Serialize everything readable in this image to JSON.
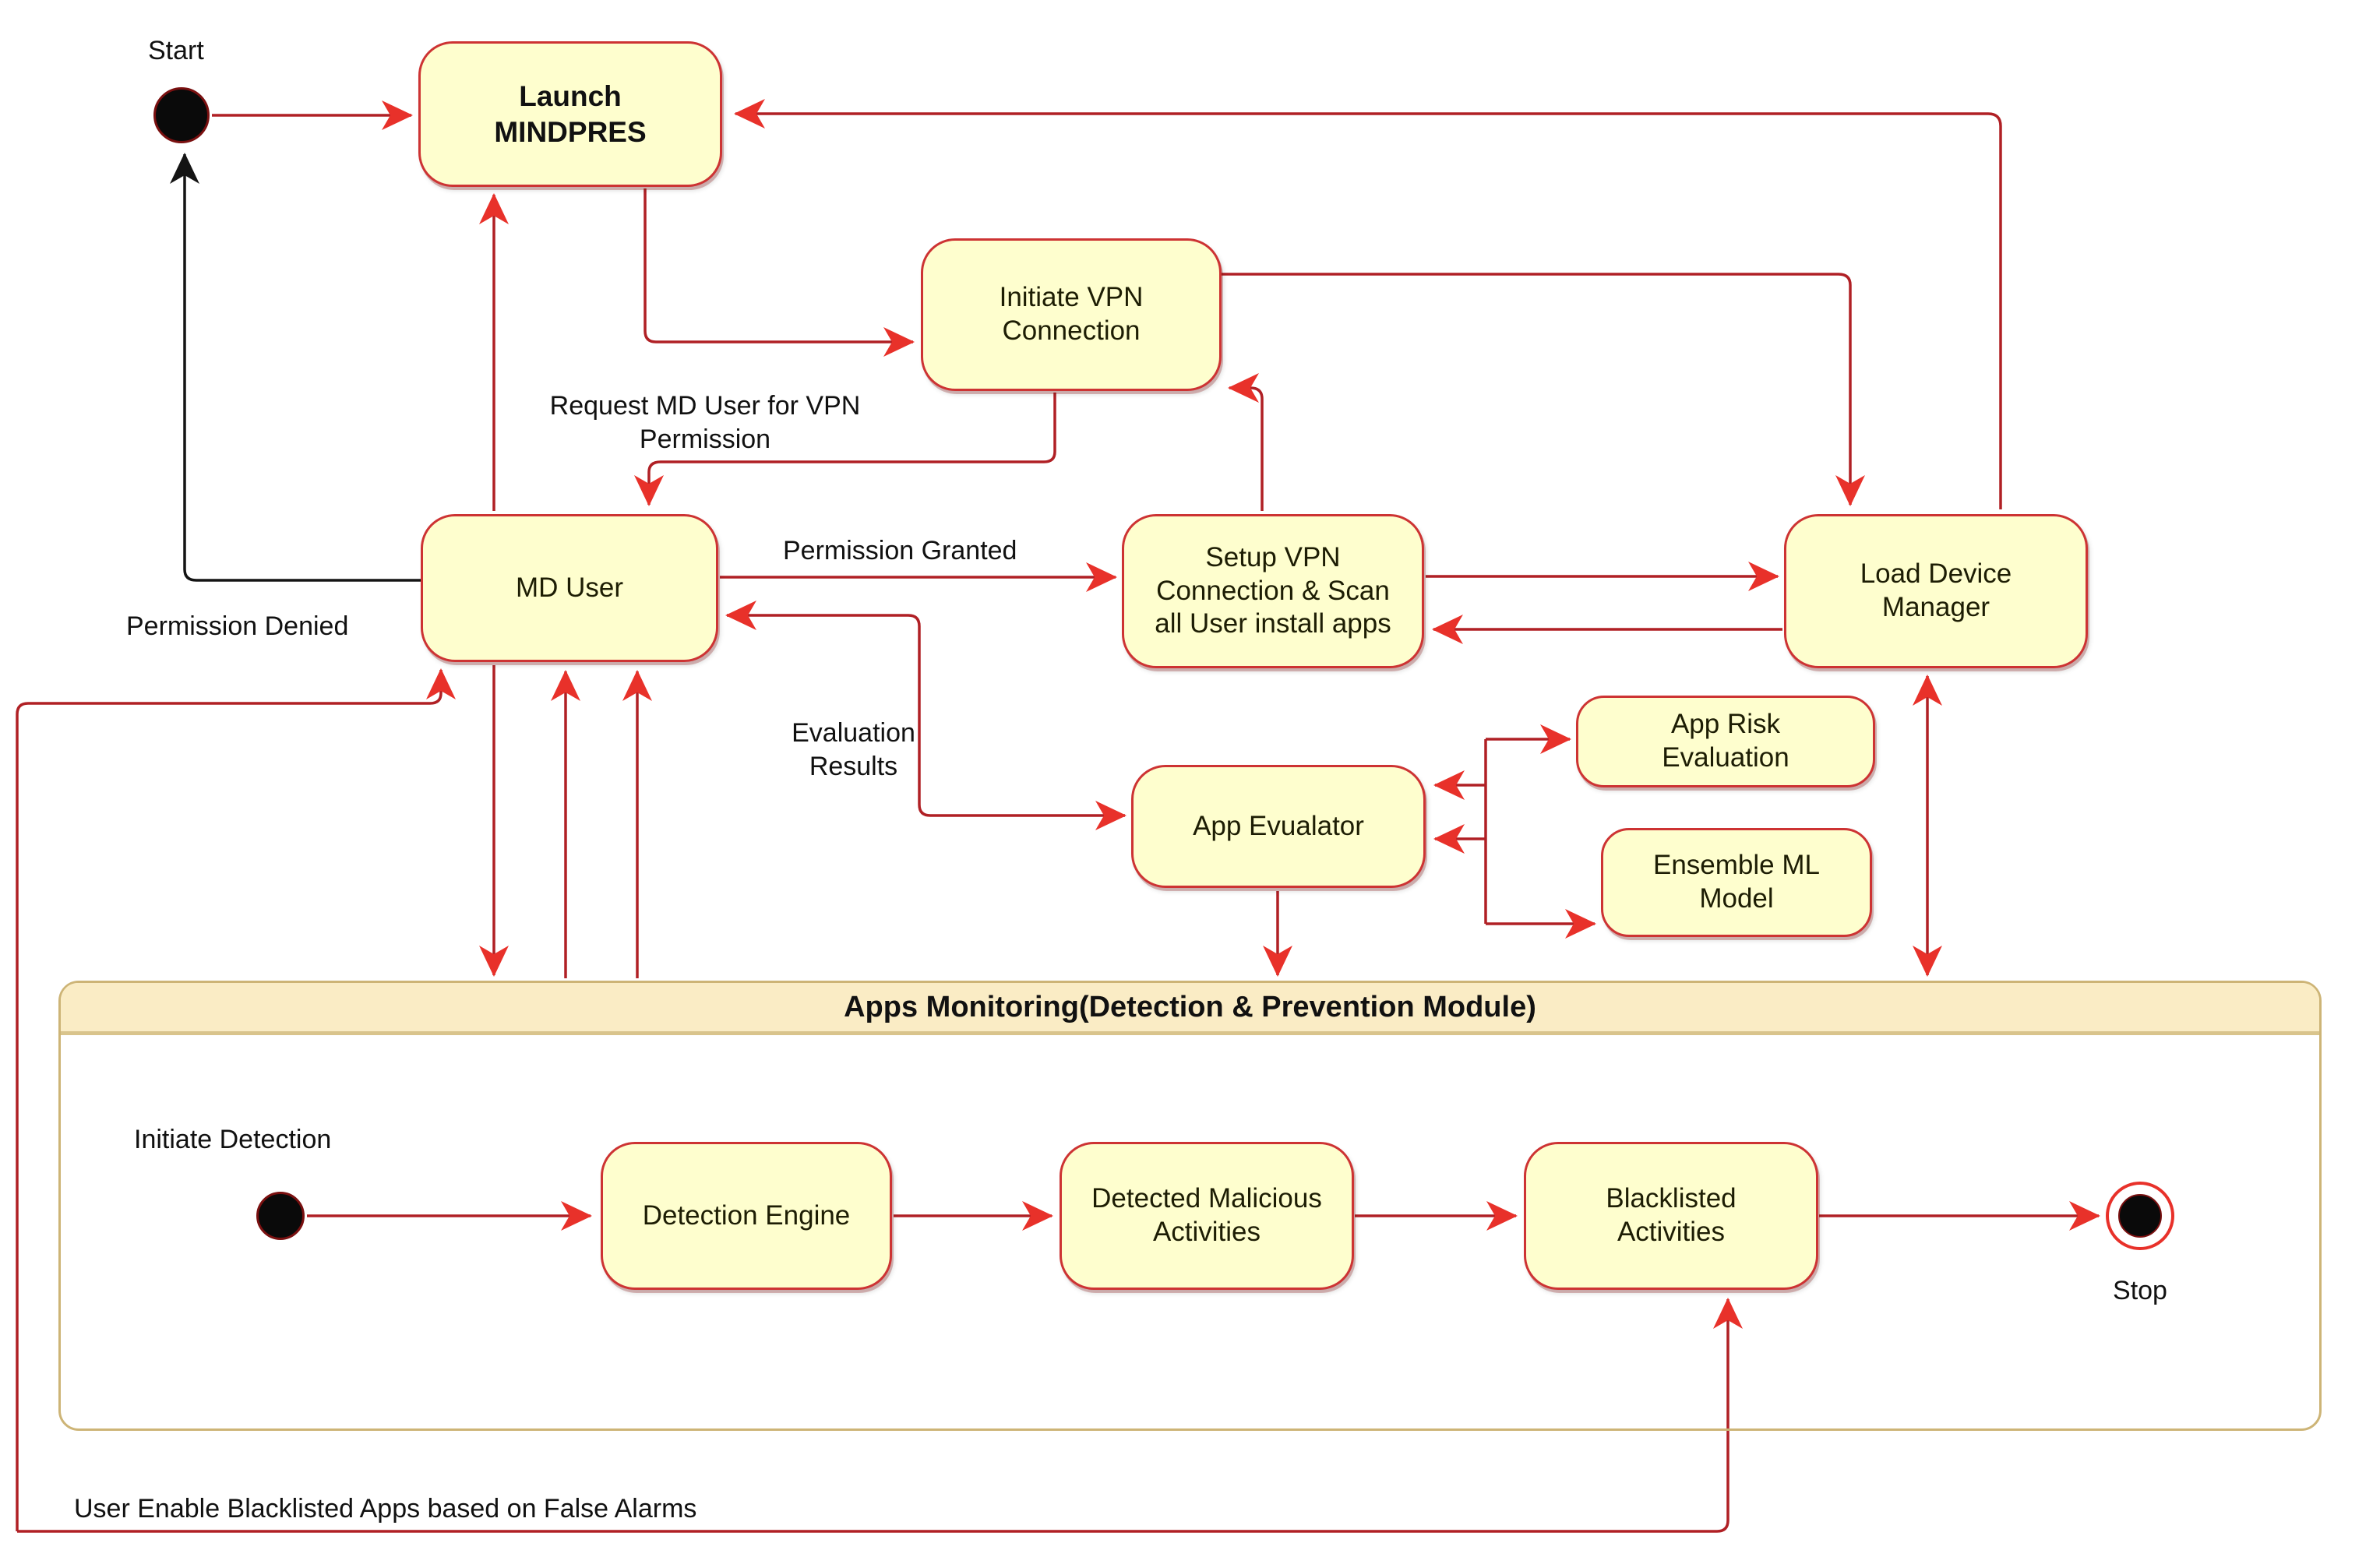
{
  "module": {
    "title": "Apps Monitoring(Detection & Prevention Module)"
  },
  "nodes": {
    "launch": {
      "label": "Launch\nMINDPRES"
    },
    "initiate_vpn": {
      "label": "Initiate VPN\nConnection"
    },
    "md_user": {
      "label": "MD User"
    },
    "setup_vpn": {
      "label": "Setup VPN\nConnection & Scan\nall User install apps"
    },
    "load_dm": {
      "label": "Load Device\nManager"
    },
    "app_eval": {
      "label": "App Evualator"
    },
    "app_risk": {
      "label": "App Risk\nEvaluation"
    },
    "ensemble": {
      "label": "Ensemble ML\nModel"
    },
    "detection_engine": {
      "label": "Detection Engine"
    },
    "detected_malicious": {
      "label": "Detected Malicious\nActivities"
    },
    "blacklisted": {
      "label": "Blacklisted\nActivities"
    }
  },
  "labels": {
    "start": "Start",
    "stop": "Stop",
    "permission_denied": "Permission Denied",
    "request_vpn": "Request MD User for VPN\nPermission",
    "permission_granted": "Permission Granted",
    "evaluation_results": "Evaluation\nResults",
    "initiate_detection": "Initiate Detection",
    "user_enable": "User Enable Blacklisted Apps based on False Alarms"
  },
  "colors": {
    "state_fill": "#FEFECE",
    "state_border": "#CD3333",
    "edge_red": "#B02025",
    "arrowhead_red": "#E8312A",
    "edge_black": "#111111",
    "module_border": "#CDB476",
    "module_header_bg": "#FAECC5"
  }
}
